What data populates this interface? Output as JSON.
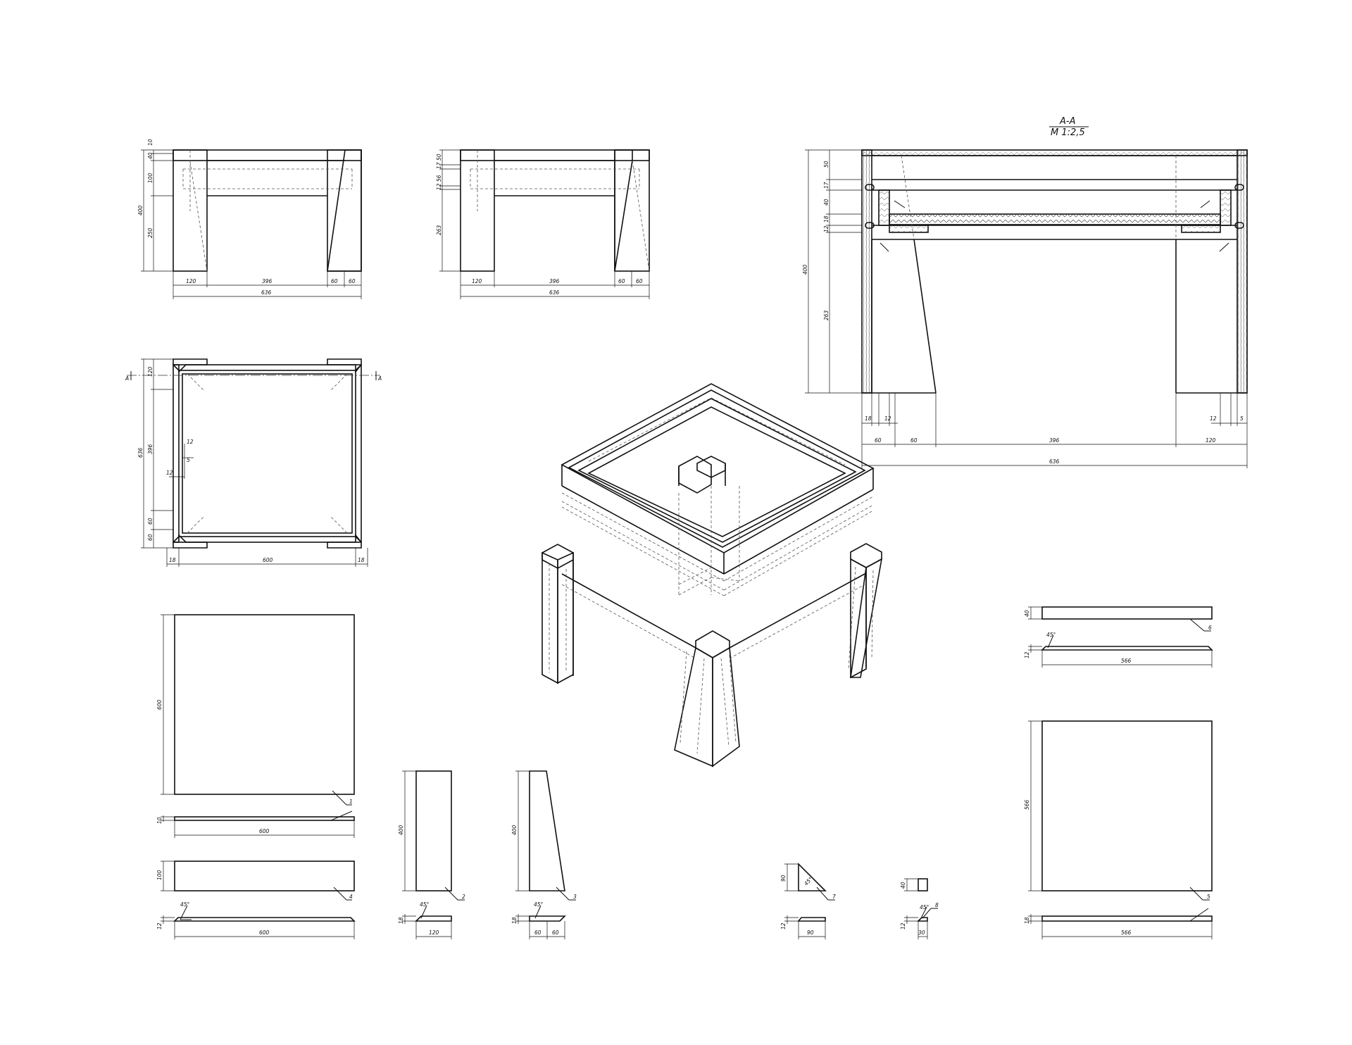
{
  "section_title": {
    "name": "А-А",
    "scale": "М 1:2,5"
  },
  "section_marker": "А",
  "front_view_1": {
    "horizontal": [
      "120",
      "396",
      "60",
      "60",
      "636"
    ],
    "vertical": [
      "10",
      "40",
      "100",
      "400",
      "250"
    ]
  },
  "front_view_2": {
    "horizontal": [
      "120",
      "396",
      "60",
      "60",
      "636"
    ],
    "vertical": [
      "50",
      "17",
      "56",
      "12",
      "263"
    ]
  },
  "section_view": {
    "vertical": [
      "50",
      "17",
      "40",
      "18",
      "12",
      "400",
      "263"
    ],
    "horizontal_small": [
      "18",
      "12",
      "12",
      "5"
    ],
    "horizontal": [
      "60",
      "60",
      "396",
      "120",
      "636"
    ]
  },
  "top_view": {
    "vertical": [
      "120",
      "636",
      "396",
      "60",
      "60"
    ],
    "inner": [
      "12",
      "5",
      "12"
    ],
    "horizontal": [
      "18",
      "600",
      "18"
    ]
  },
  "part_1": {
    "callout": "1",
    "width": "600",
    "height": "600",
    "thickness": "10",
    "len": "600"
  },
  "part_4": {
    "callout": "4",
    "height": "100",
    "angle": "45°",
    "thickness": "12",
    "len": "600"
  },
  "part_2": {
    "callout": "2",
    "height": "400",
    "angle": "45°",
    "thickness": "18",
    "len": "120"
  },
  "part_3": {
    "callout": "3",
    "height": "400",
    "angle": "45°",
    "thickness": "18",
    "len_a": "60",
    "len_b": "60"
  },
  "part_7": {
    "callout": "7",
    "height": "90",
    "angle": "45°",
    "thickness": "12",
    "len": "90"
  },
  "part_8": {
    "callout": "8",
    "height": "40",
    "angle": "45°",
    "thickness": "12",
    "len": "30"
  },
  "part_6": {
    "callout": "6",
    "height": "40",
    "angle": "45°",
    "thickness": "12",
    "len": "566"
  },
  "part_5": {
    "callout": "5",
    "height": "566",
    "thickness": "18",
    "len": "566"
  }
}
